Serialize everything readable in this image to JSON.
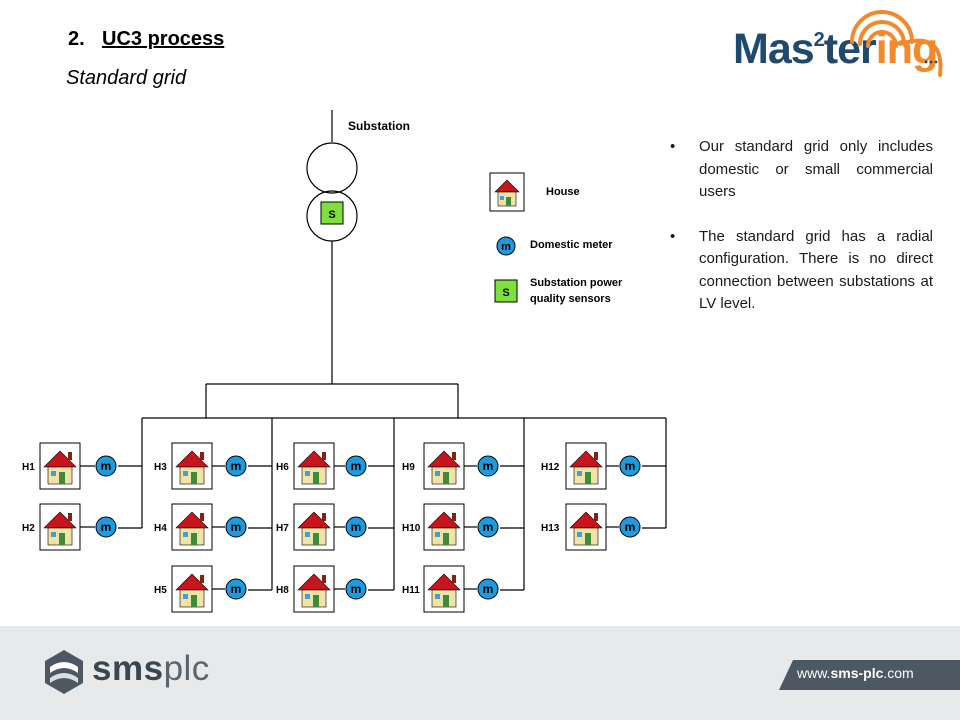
{
  "heading": {
    "number": "2.",
    "title": "UC3 process"
  },
  "subtitle": "Standard grid",
  "logo": {
    "prefix": "Mas",
    "superscript": "2",
    "middle": "ter",
    "suffix": "ing",
    "brand_blue": "#1f4a6e",
    "brand_orange": "#f08a2c"
  },
  "bullets": [
    "Our standard grid only includes domestic or small commercial users",
    "The standard grid has a radial configuration. There is no direct connection between substations at LV level."
  ],
  "diagram": {
    "substation_label": "Substation",
    "sensor_symbol": "S",
    "meter_symbol": "m",
    "legend": {
      "house": "House",
      "meter": "Domestic meter",
      "sensor_line1": "Substation power",
      "sensor_line2": "quality sensors"
    },
    "houses": [
      "H1",
      "H2",
      "H3",
      "H4",
      "H5",
      "H6",
      "H7",
      "H8",
      "H9",
      "H10",
      "H11",
      "H12",
      "H13"
    ],
    "colors": {
      "meter": "#1e9be0",
      "sensor": "#7ee03c",
      "roof": "#c8141e",
      "wall": "#f3e2a6"
    }
  },
  "footer": {
    "company_strong": "sms",
    "company_light": "plc",
    "url_prefix": "www.",
    "url_bold": "sms-plc",
    "url_suffix": ".com"
  }
}
